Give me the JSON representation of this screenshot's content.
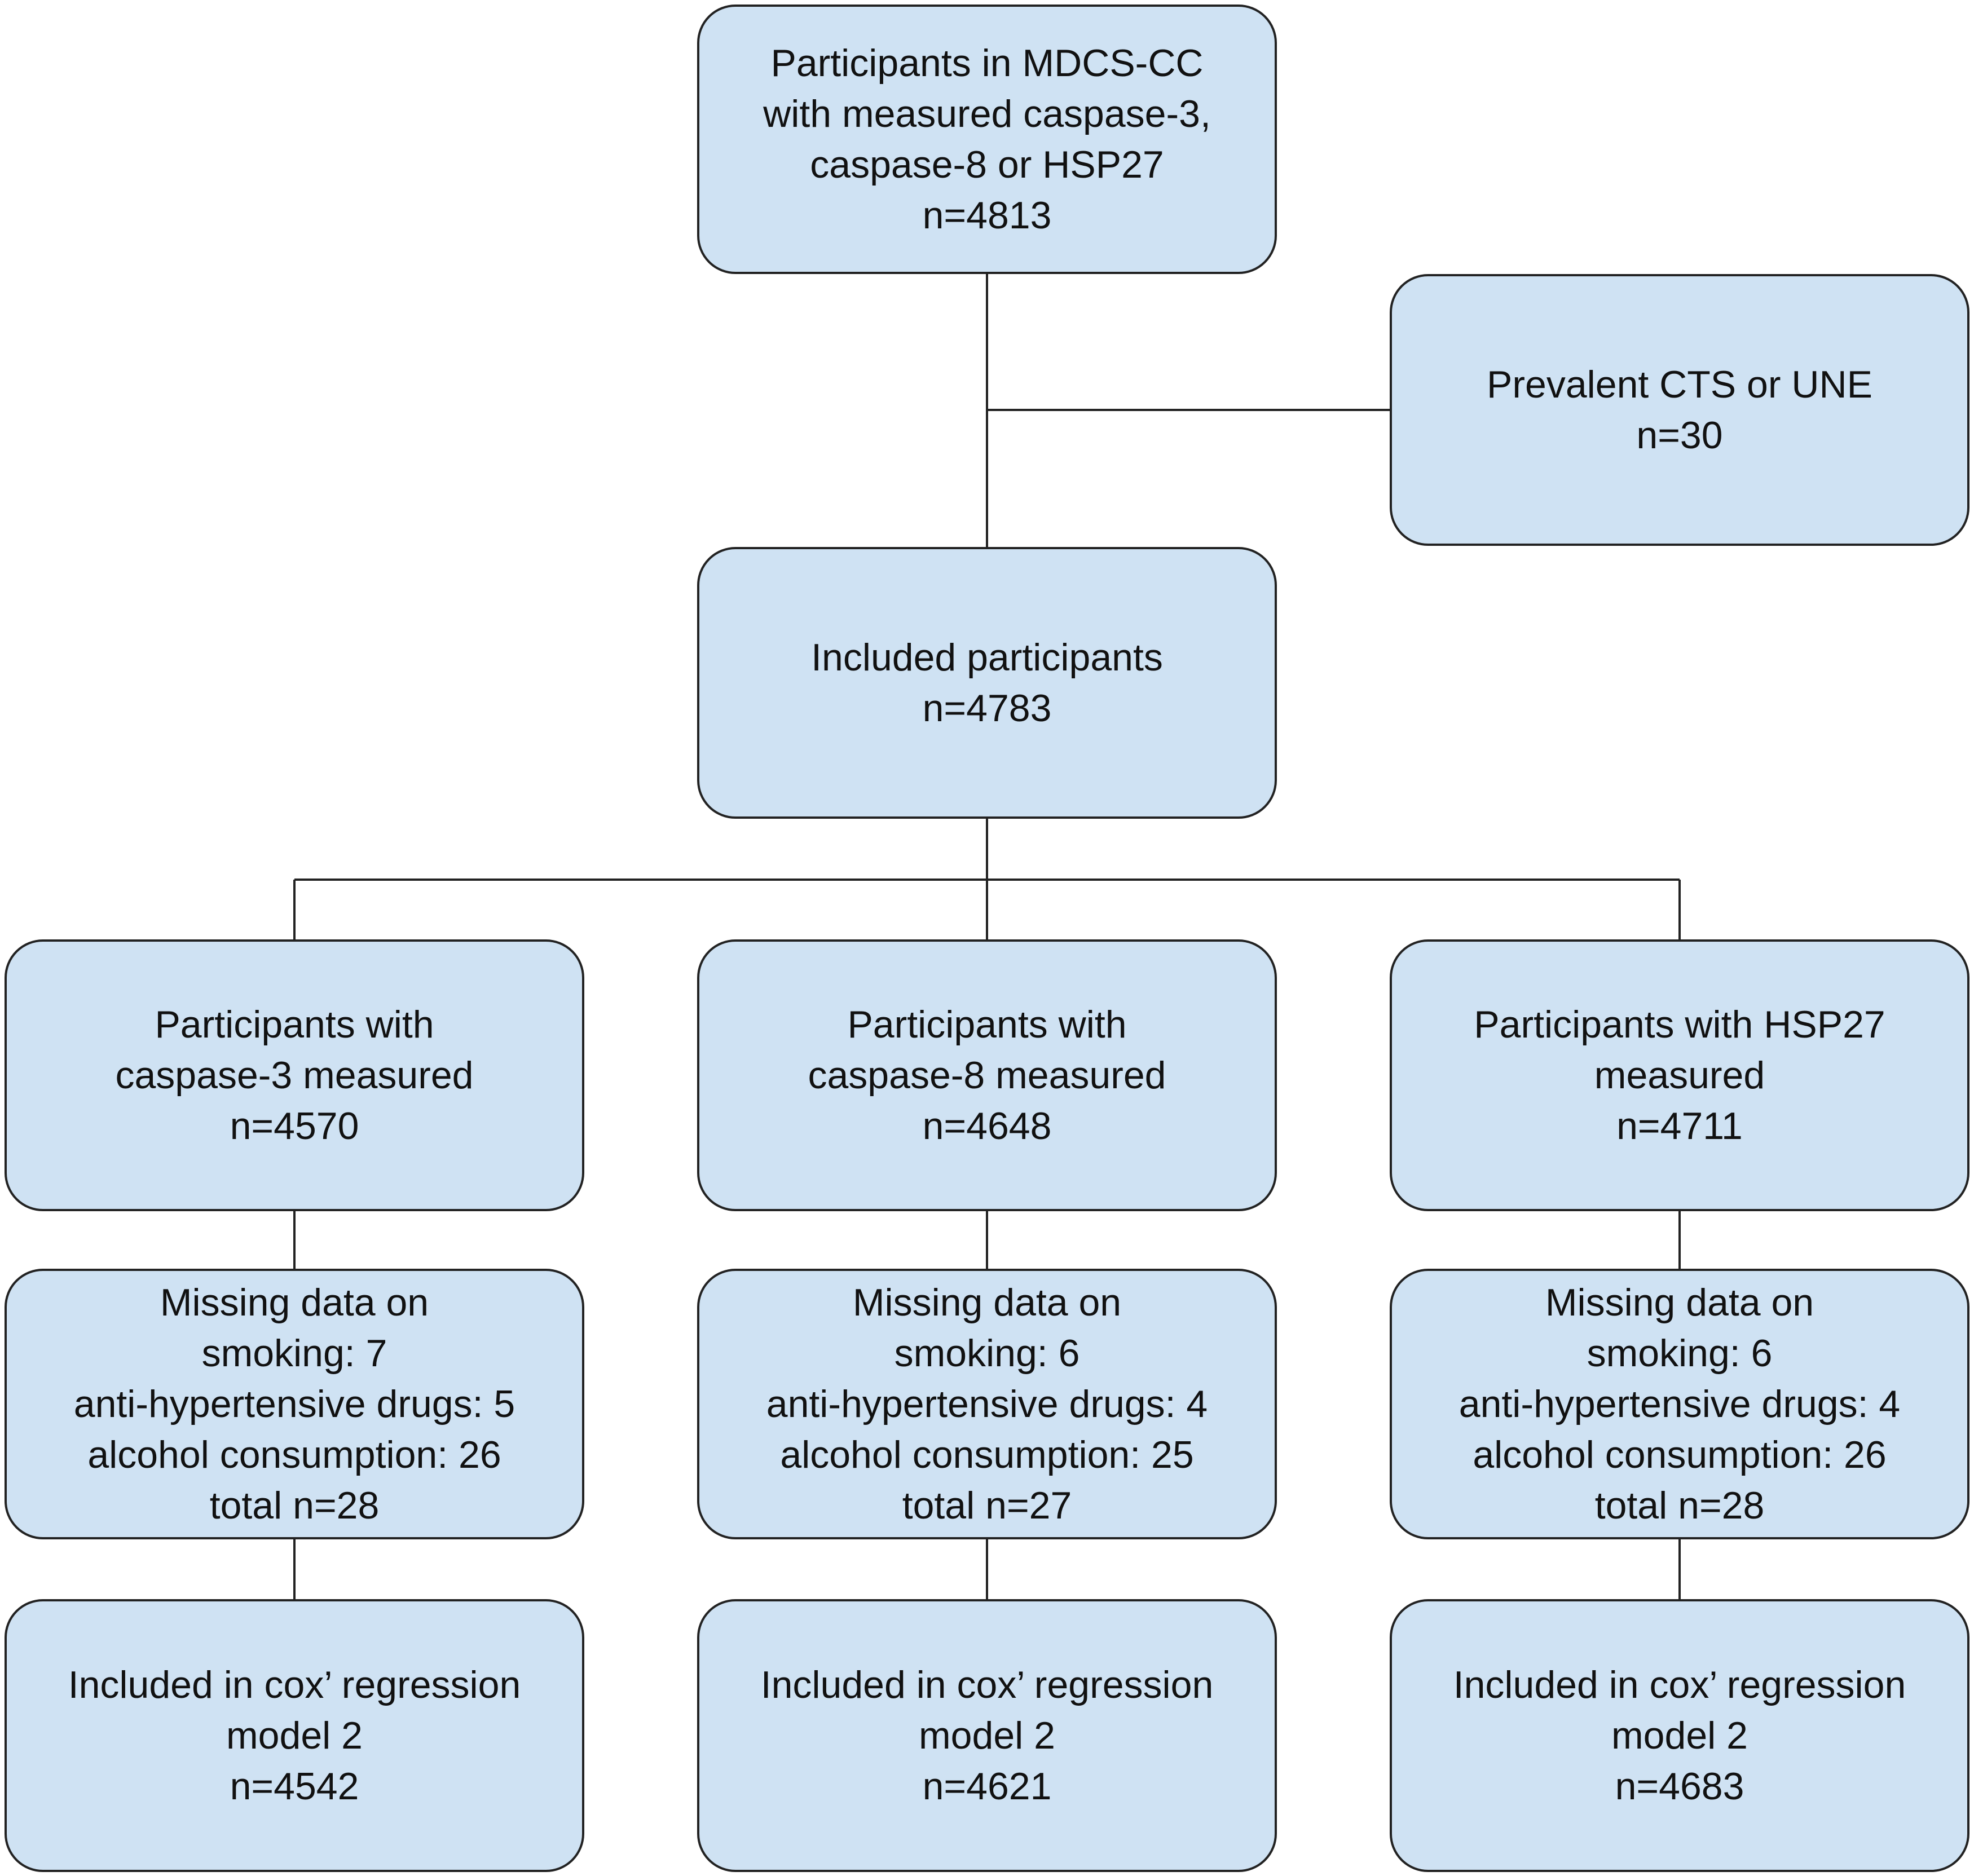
{
  "colors": {
    "box_fill": "#cfe2f3",
    "box_border": "#222222",
    "line": "#222222",
    "text": "#111111"
  },
  "flowchart": {
    "start": {
      "line1": "Participants in MDCS-CC",
      "line2": "with measured caspase-3,",
      "line3": "caspase-8 or HSP27",
      "count": "n=4813"
    },
    "excluded": {
      "line1": "Prevalent CTS or UNE",
      "count": "n=30"
    },
    "included": {
      "line1": "Included participants",
      "count": "n=4783"
    },
    "measured": [
      {
        "line1": "Participants with",
        "line2": "caspase-3 measured",
        "count": "n=4570"
      },
      {
        "line1": "Participants with",
        "line2": "caspase-8 measured",
        "count": "n=4648"
      },
      {
        "line1": "Participants with HSP27",
        "line2": "measured",
        "count": "n=4711"
      }
    ],
    "missing": [
      {
        "heading": "Missing data on",
        "smoking": "smoking: 7",
        "antihypertensive": "anti-hypertensive drugs: 5",
        "alcohol": "alcohol consumption: 26",
        "total": "total n=28"
      },
      {
        "heading": "Missing data on",
        "smoking": "smoking: 6",
        "antihypertensive": "anti-hypertensive drugs: 4",
        "alcohol": "alcohol consumption: 25",
        "total": "total n=27"
      },
      {
        "heading": "Missing data on",
        "smoking": "smoking: 6",
        "antihypertensive": "anti-hypertensive drugs: 4",
        "alcohol": "alcohol consumption: 26",
        "total": "total n=28"
      }
    ],
    "final": [
      {
        "line1": "Included in cox’ regression",
        "line2": "model 2",
        "count": "n=4542"
      },
      {
        "line1": "Included in cox’ regression",
        "line2": "model 2",
        "count": "n=4621"
      },
      {
        "line1": "Included in cox’ regression",
        "line2": "model 2",
        "count": "n=4683"
      }
    ]
  }
}
